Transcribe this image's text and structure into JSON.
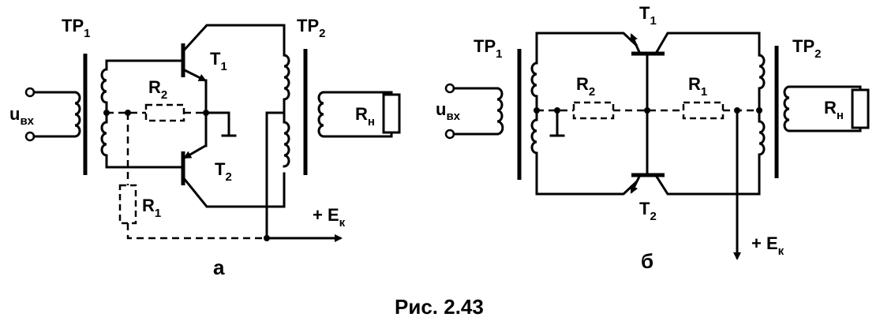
{
  "figure": {
    "caption": "Рис. 2.43"
  },
  "circuit_a": {
    "label": "а",
    "tr1": {
      "main": "TP",
      "sub": "1"
    },
    "tr2": {
      "main": "TP",
      "sub": "2"
    },
    "t1": {
      "main": "T",
      "sub": "1"
    },
    "t2": {
      "main": "T",
      "sub": "2"
    },
    "r1": {
      "main": "R",
      "sub": "1"
    },
    "r2": {
      "main": "R",
      "sub": "2"
    },
    "rload": {
      "main": "R",
      "sub": "н"
    },
    "uin": {
      "main": "u",
      "sub": "вх"
    },
    "ek": {
      "main": "+ E",
      "sub": "к"
    }
  },
  "circuit_b": {
    "label": "б",
    "tr1": {
      "main": "TP",
      "sub": "1"
    },
    "tr2": {
      "main": "TP",
      "sub": "2"
    },
    "t1": {
      "main": "T",
      "sub": "1"
    },
    "t2": {
      "main": "T",
      "sub": "2"
    },
    "r1": {
      "main": "R",
      "sub": "1"
    },
    "r2": {
      "main": "R",
      "sub": "2"
    },
    "rload": {
      "main": "R",
      "sub": "н"
    },
    "uin": {
      "main": "u",
      "sub": "вх"
    },
    "ek": {
      "main": "+ E",
      "sub": "к"
    }
  }
}
